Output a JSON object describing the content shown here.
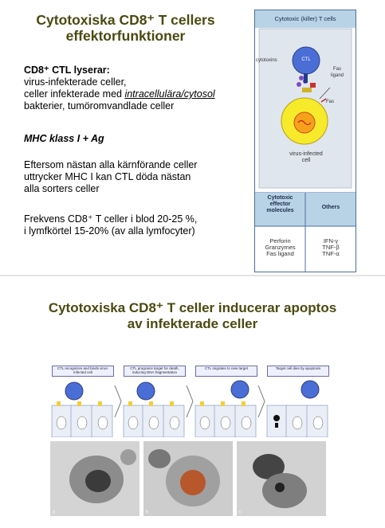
{
  "slide1": {
    "title_line1": "Cytotoxiska CD8⁺ T cellers",
    "title_line2": "effektorfunktioner",
    "lysis_heading": "CD8⁺ CTL lyserar:",
    "lysis_line1": "virus-infekterade celler,",
    "lysis_line2_a": "celler infekterade med ",
    "lysis_line2_b": "intracellulära/cytosol",
    "lysis_line3": "bakterier, tumöromvandlade celler",
    "mhc": "MHC klass I + Ag",
    "para1_line1": "Eftersom nästan alla kärnförande celler",
    "para1_line2": "uttrycker MHC I kan CTL döda nästan",
    "para1_line3": "alla sorters celler",
    "para2_line1": "Frekvens CD8⁺ T celler i blod 20-25 %,",
    "para2_line2": "i lymfkörtel 15-20% (av alla lymfocyter)"
  },
  "figure1": {
    "header": "Cytotoxic (killer) T cells",
    "ctl_label": "CTL",
    "cytotoxins_label": "cytotoxins",
    "fas_ligand_label_1": "Fas",
    "fas_ligand_label_2": "ligand",
    "fas_label": "Fas",
    "infected_cell_line1": "virus-infected",
    "infected_cell_line2": "cell",
    "col1_header_1": "Cytotoxic",
    "col1_header_2": "effector",
    "col1_header_3": "molecules",
    "col2_header": "Others",
    "col1_items": [
      "Perforin",
      "Granzymes",
      "Fas ligand"
    ],
    "col2_items": [
      "IFN-γ",
      "TNF-β",
      "TNF-α"
    ],
    "colors": {
      "header_bg": "#b9d3e6",
      "panel_bg": "#dfe6ee",
      "cell_yellow": "#f6ea2a",
      "ctl_blue": "#4b6ed6",
      "border": "#4a6fa0"
    }
  },
  "slide2": {
    "title_line1": "Cytotoxiska CD8⁺ T celler inducerar apoptos",
    "title_line2": "av infekterade celler"
  },
  "figure2": {
    "panels": [
      {
        "caption": "CTL recognizes and binds virus-infected cell"
      },
      {
        "caption": "CTL programs target for death, inducing DNA fragmentation"
      },
      {
        "caption": "CTL migrates to new target"
      },
      {
        "caption": "Target cell dies by apoptosis"
      }
    ],
    "photo_labels": [
      "a",
      "b",
      "c"
    ]
  }
}
